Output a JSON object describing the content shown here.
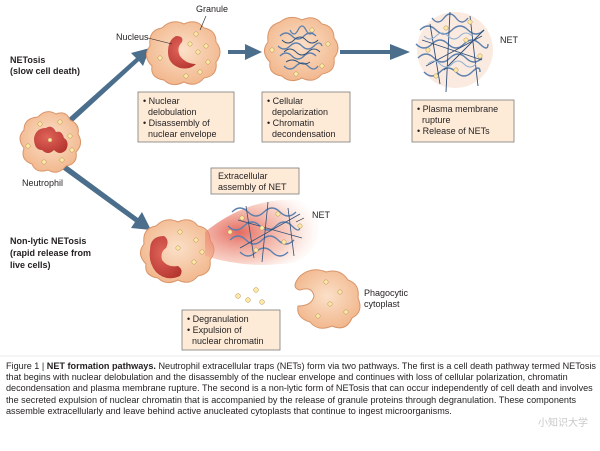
{
  "labels": {
    "granule": "Granule",
    "nucleus": "Nucleus",
    "netosis_line1": "NETosis",
    "netosis_line2": "(slow cell death)",
    "neutrophil": "Neutrophil",
    "net_top": "NET",
    "net_bottom": "NET",
    "extracellular_line1": "Extracellular",
    "extracellular_line2": "assembly of NET",
    "nonlytic_line1": "Non-lytic NETosis",
    "nonlytic_line2": "(rapid release from",
    "nonlytic_line3": "live cells)",
    "phagocytic_line1": "Phagocytic",
    "phagocytic_line2": "cytoplast"
  },
  "boxes": {
    "box1": [
      "• Nuclear",
      "  delobulation",
      "• Disassembly of",
      "  nuclear envelope"
    ],
    "box2": [
      "• Cellular",
      "  depolarization",
      "• Chromatin",
      "  decondensation"
    ],
    "box3": [
      "• Plasma membrane",
      "  rupture",
      "• Release of NETs"
    ],
    "box4": [
      "• Degranulation",
      "• Expulsion of",
      "  nuclear chromatin"
    ]
  },
  "caption": {
    "figure": "Figure 1 | ",
    "title": "NET formation pathways.",
    "body": " Neutrophil extracellular traps (NETs) form via two pathways. The first is a cell death pathway termed NETosis that begins with nuclear delobulation and the disassembly of the nuclear envelope and continues with loss of cellular polarization, chromatin decondensation and plasma membrane rupture. The second is a non-lytic form of NETosis that can occur independently of cell death and involves the secreted expulsion of nuclear chromatin that is accompanied by the release of granule proteins through degranulation. These components assemble extracellularly and leave behind active anucleated cytoplasts that continue to ingest microorganisms."
  },
  "watermark": "小知识大学",
  "colors": {
    "cell_fill": "#f6c5a0",
    "cell_edge": "#d9956a",
    "nucleus": "#c9443c",
    "granule": "#fbe7a6",
    "arrow": "#4a6e8b",
    "box_fill": "#fdebd8",
    "dna_blue": "#5b7fae"
  }
}
